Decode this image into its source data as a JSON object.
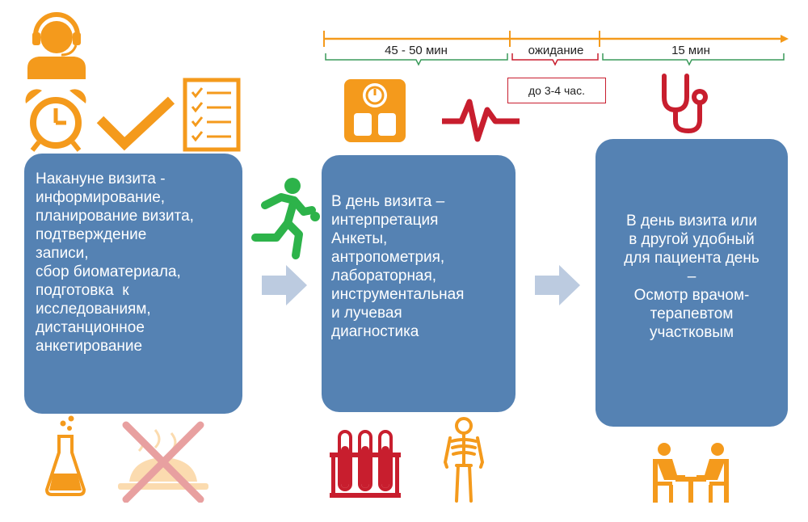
{
  "timeline": {
    "segment1_label": "45 - 50 мин",
    "segment2_label": "ожидание",
    "segment3_label": "15 мин",
    "wait_note": "до 3-4 час."
  },
  "cards": {
    "before_visit": {
      "lines": [
        "Накануне визита -",
        "",
        "информирование,",
        "планирование визита,",
        "подтверждение",
        "записи,",
        "сбор биоматериала,",
        "подготовка  к",
        "исследованиям,",
        "дистанционное",
        "анкетирование"
      ]
    },
    "visit_day": {
      "lines": [
        "В день визита –",
        "",
        "интерпретация",
        "Анкеты,",
        "антропометрия,",
        "лабораторная,",
        "инструментальная",
        "и лучевая",
        "диагностика"
      ]
    },
    "doctor_exam": {
      "lines": [
        "В день визита или",
        "в другой удобный",
        "для пациента день",
        "–",
        "Осмотр врачом-",
        "терапевтом",
        "участковым"
      ]
    }
  },
  "colors": {
    "card": "#5582b3",
    "orange": "#f49a1c",
    "red": "#c81e2e",
    "green": "#2db34a",
    "arrow": "#bccbe0",
    "timeline_bracket": "#3a9a5a"
  },
  "icons": [
    "operator-icon",
    "alarm-clock-icon",
    "checkmark-icon",
    "checklist-icon",
    "running-man-icon",
    "scale-icon",
    "pulse-icon",
    "stethoscope-icon",
    "flask-icon",
    "no-food-icon",
    "test-tubes-icon",
    "skeleton-icon",
    "doctor-patient-icon"
  ]
}
